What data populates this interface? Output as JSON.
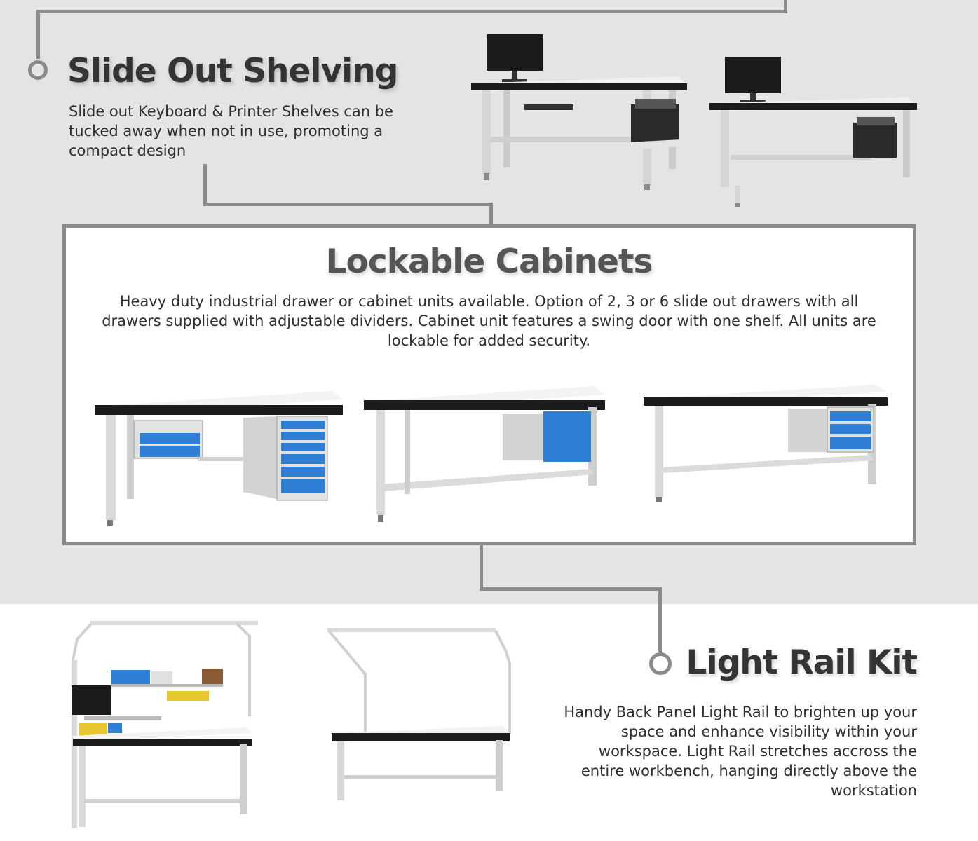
{
  "slide_out": {
    "title": "Slide Out Shelving",
    "body": "Slide out Keyboard & Printer Shelves can be tucked away when not in use, promoting a compact design"
  },
  "cabinets": {
    "title": "Lockable Cabinets",
    "body": "Heavy duty industrial drawer or cabinet units available. Option of 2, 3 or 6 slide out drawers with all drawers supplied with adjustable dividers. Cabinet unit features a swing door with one shelf. All units are lockable for added security."
  },
  "light_rail": {
    "title": "Light Rail Kit",
    "body": "Handy Back Panel Light Rail to brighten up your space and enhance visibility within your workspace. Light Rail stretches accross the entire workbench, hanging directly above the workstation"
  },
  "colors": {
    "background_top": "#e5e3e4",
    "connector": "#8a8a8a",
    "heading": "#343434",
    "drawer_blue": "#2f7fd6",
    "bench_frame": "#d4d6d4",
    "bench_top": "#1c1c1c"
  }
}
